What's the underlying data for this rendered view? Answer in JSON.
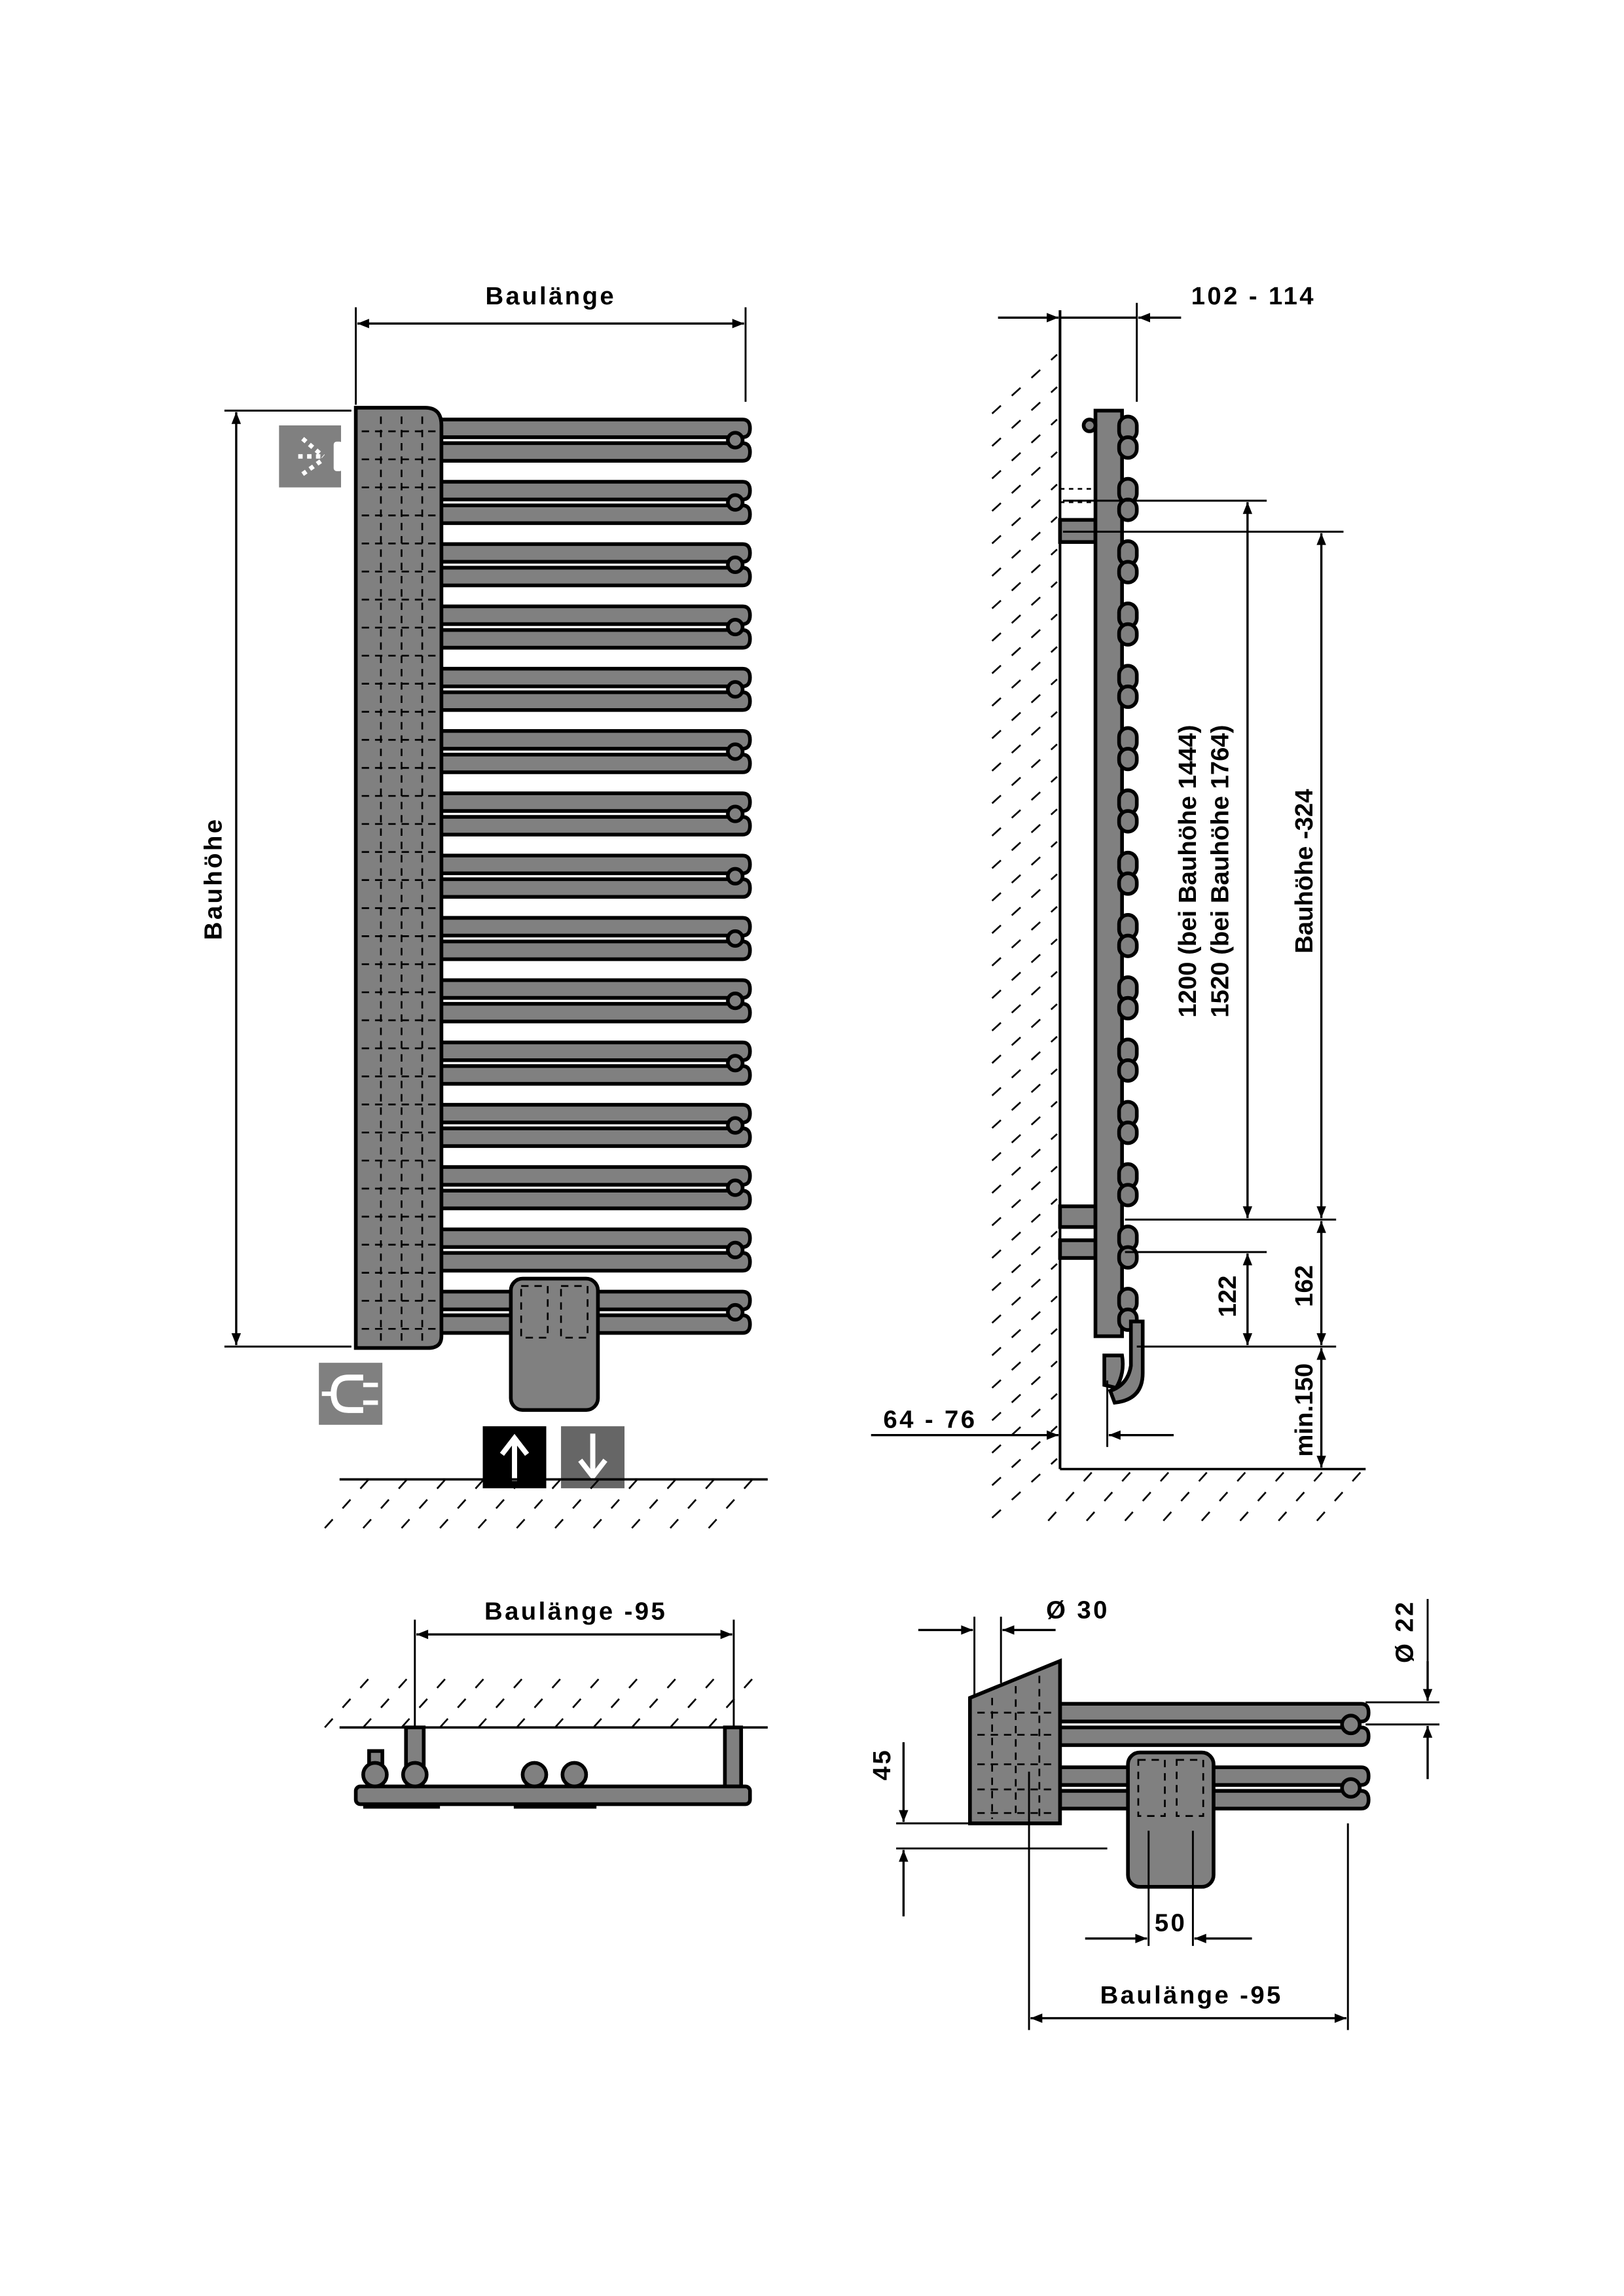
{
  "front_view": {
    "width_label": "Baulänge",
    "height_label": "Bauhöhe",
    "icons": {
      "top": "spray-icon",
      "bottom": "plug-icon",
      "flow": "arrow-up-icon",
      "return": "arrow-down-icon"
    }
  },
  "side_view": {
    "depth_top": "102 - 114",
    "depth_bottom": "64 - 76",
    "spacing_1200": "1200 (bei Bauhöhe 1444)",
    "spacing_1520": "1520 (bei Bauhöhe 1764)",
    "height_minus": "Bauhöhe -324",
    "dim_122": "122",
    "dim_162": "162",
    "min_150": "min.150"
  },
  "top_view_left": {
    "width_label": "Baulänge -95"
  },
  "top_view_right": {
    "diameter_30": "Ø 30",
    "diameter_22": "Ø 22",
    "dim_45": "45",
    "dim_50": "50",
    "width_label": "Baulänge -95"
  },
  "colors": {
    "part": "#808080",
    "line": "#000000",
    "return_icon": "#666666"
  }
}
